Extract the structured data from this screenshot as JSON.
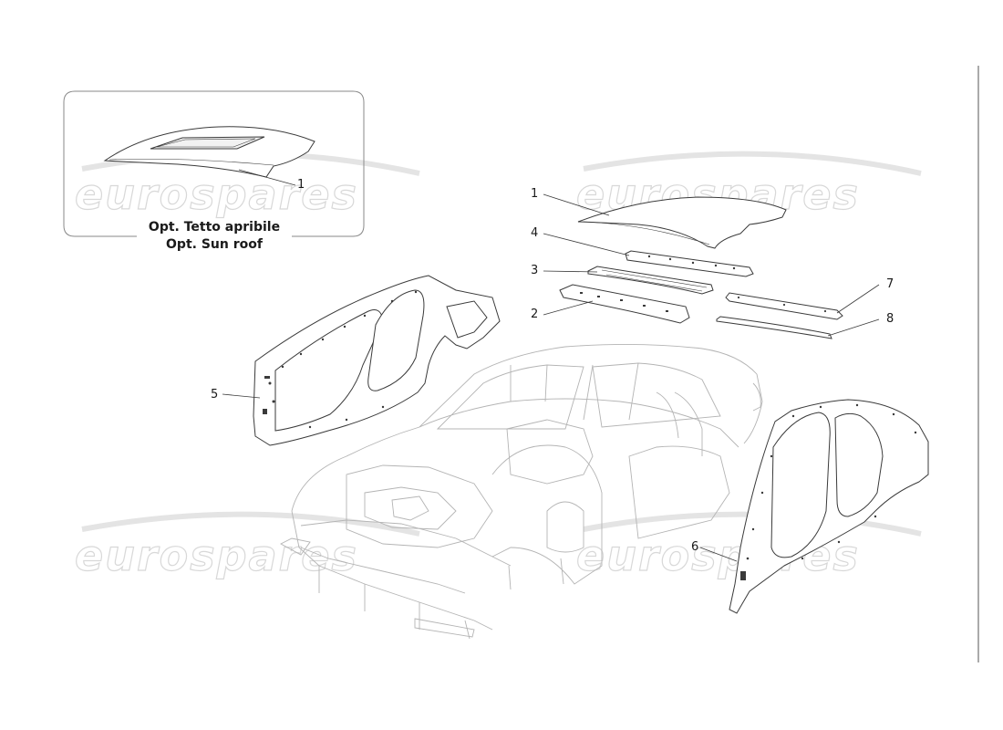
{
  "inset": {
    "caption_line1": "Opt. Tetto apribile",
    "caption_line2": "Opt. Sun roof",
    "callout": "1"
  },
  "callouts": [
    {
      "label": "1",
      "part": "roof-panel"
    },
    {
      "label": "4",
      "part": "front-roof-crossmember"
    },
    {
      "label": "3",
      "part": "windshield-header"
    },
    {
      "label": "2",
      "part": "roof-reinforcement"
    },
    {
      "label": "7",
      "part": "rear-roof-crossmember"
    },
    {
      "label": "8",
      "part": "rear-header-strip"
    },
    {
      "label": "5",
      "part": "outer-side-panel-left"
    },
    {
      "label": "6",
      "part": "outer-side-panel-right"
    }
  ],
  "watermark": "eurospares",
  "colors": {
    "line": "#3a3a3a",
    "ghost": "#b4b4b4",
    "frame": "#8a8a8a",
    "watermark": "#d8d8d8"
  }
}
